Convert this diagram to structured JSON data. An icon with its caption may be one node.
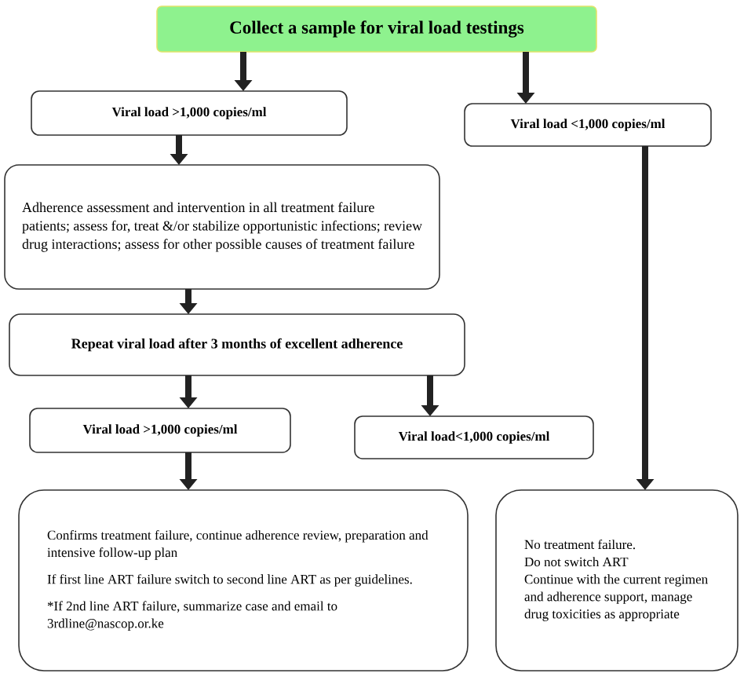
{
  "diagram": {
    "nodes": [
      {
        "text": [
          "Collect a sample for viral load testings"
        ]
      },
      {
        "text": [
          "Viral load >1,000 copies/ml"
        ]
      },
      {
        "text": [
          "Viral load <1,000 copies/ml"
        ]
      },
      {
        "text": [
          "Adherence assessment and intervention in all treatment failure patients; assess for, treat &/or stabilize opportunistic infections; review drug interactions; assess for other possible causes of treatment failure"
        ]
      },
      {
        "text": [
          "Repeat viral load after 3 months of excellent adherence"
        ]
      },
      {
        "text": [
          "Viral load >1,000 copies/ml"
        ]
      },
      {
        "text": [
          "Viral load<1,000 copies/ml"
        ]
      },
      {
        "text": [
          "Confirms treatment failure, continue adherence review, preparation and intensive follow-up plan",
          "If first line ART failure switch to second line ART as per guidelines.",
          "*If 2nd line ART failure, summarize case and email to 3rdline@nascop.or.ke"
        ]
      },
      {
        "text": [
          "No treatment failure.",
          "Do not switch ART",
          "Continue with the current regimen and adherence support, manage drug toxicities as appropriate"
        ]
      }
    ],
    "edges": [
      {
        "from": 0,
        "to": 1,
        "arrow": "to"
      },
      {
        "from": 0,
        "to": 2,
        "arrow": "to"
      },
      {
        "from": 1,
        "to": 3,
        "arrow": "to"
      },
      {
        "from": 3,
        "to": 4,
        "arrow": "to"
      },
      {
        "from": 4,
        "to": 5,
        "arrow": "to"
      },
      {
        "from": 4,
        "to": 6,
        "arrow": "to"
      },
      {
        "from": 5,
        "to": 7,
        "arrow": "to"
      },
      {
        "from": 2,
        "to": 8,
        "arrow": "to"
      }
    ]
  }
}
